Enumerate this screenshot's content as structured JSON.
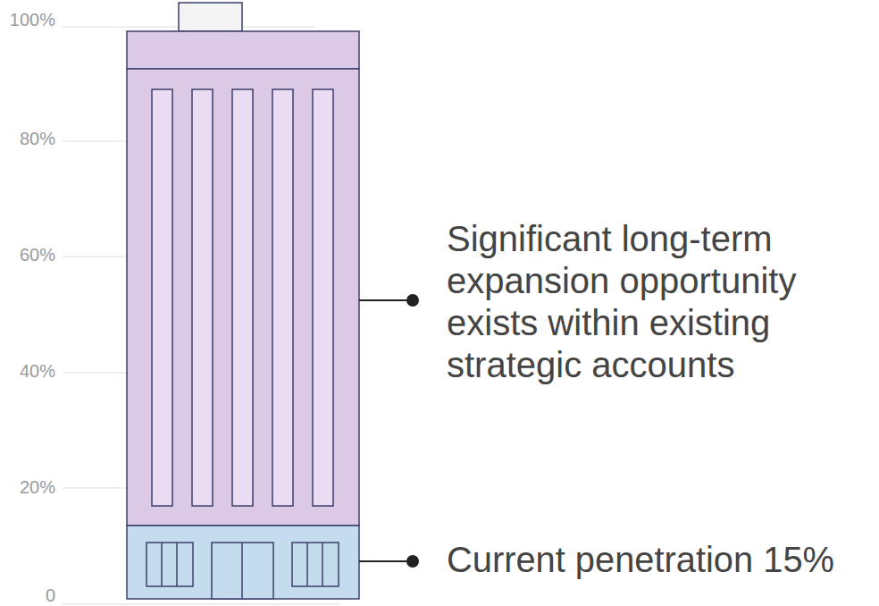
{
  "diagram": {
    "labels": [
      "100%",
      "80%",
      "60%",
      "40%",
      "20%",
      "0",
      "Significant long-term expansion opportunity exists within existing strategic accounts",
      "Current penetration 15%"
    ]
  }
}
